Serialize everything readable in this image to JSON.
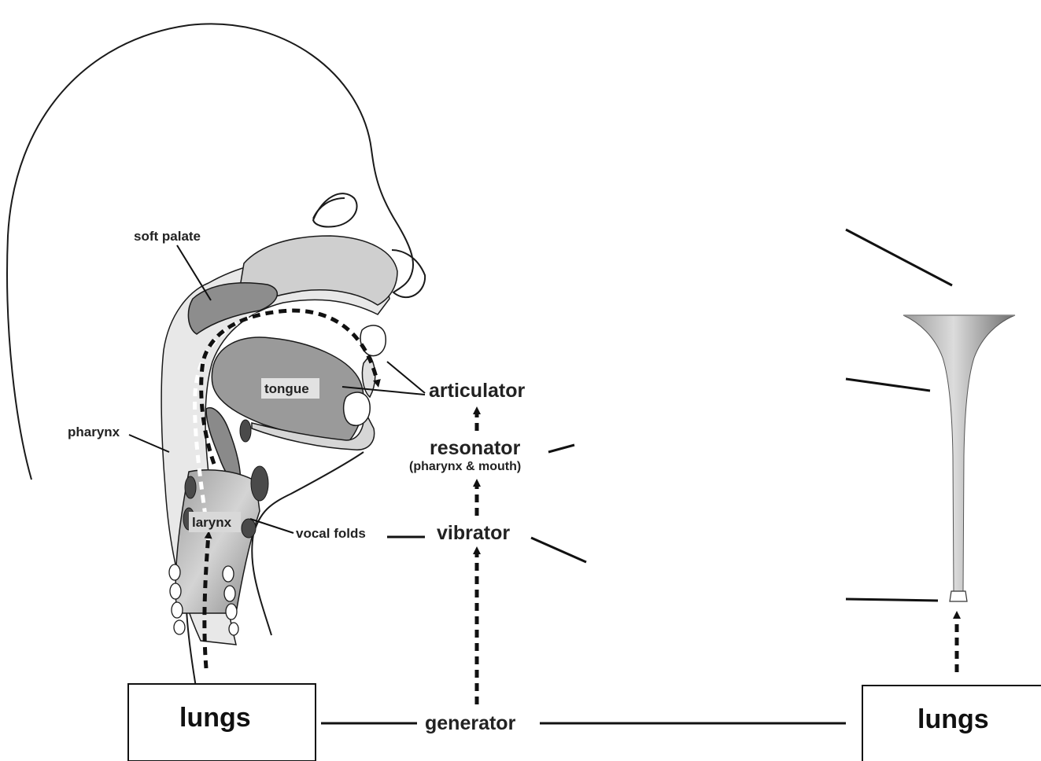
{
  "labels": {
    "soft_palate": "soft palate",
    "tongue": "tongue",
    "pharynx": "pharynx",
    "larynx": "larynx",
    "vocal_folds": "vocal folds",
    "articulator": "articulator",
    "resonator": "resonator",
    "resonator_sub": "(pharynx & mouth)",
    "vibrator": "vibrator",
    "generator": "generator",
    "lungs_left": "lungs",
    "lungs_right": "lungs"
  },
  "colors": {
    "tissue_light": "#e6e6e6",
    "tissue_mid": "#b9b9b9",
    "tissue_dark": "#8d8d8d",
    "tissue_darkest": "#4a4a4a",
    "line": "#111111"
  },
  "icons": {
    "airflow": "dashed-arrow",
    "instrument": "trumpet-bell"
  }
}
